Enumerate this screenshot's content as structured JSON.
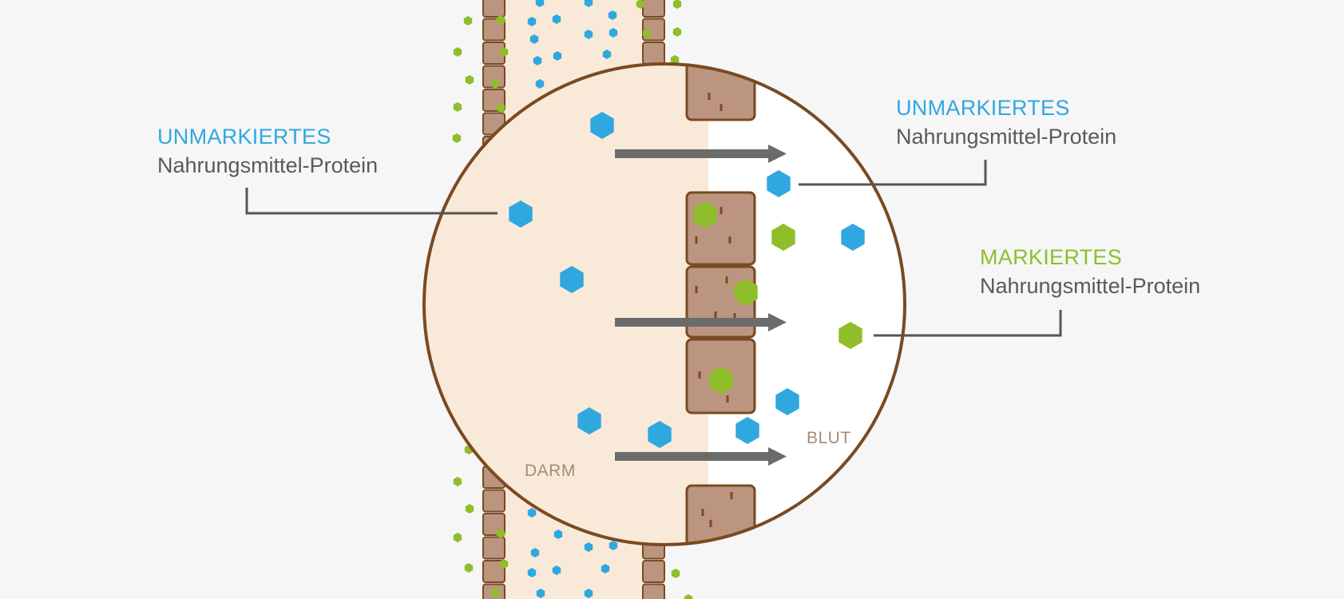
{
  "colors": {
    "background": "#f6f6f6",
    "unlabeled_protein": "#2fa8e0",
    "labeled_protein": "#8fbe2a",
    "wall_cell_fill": "#bb957f",
    "wall_cell_stroke": "#7a4a22",
    "gut_lumen": "#f9e9d9",
    "arrow": "#6b6b6b",
    "leader_line": "#555555",
    "zone_text": "#a88a78"
  },
  "labels": {
    "unlabeled_left": {
      "title": "UNMARKIERTES",
      "subtitle": "Nahrungsmittel-Protein"
    },
    "unlabeled_right": {
      "title": "UNMARKIERTES",
      "subtitle": "Nahrungsmittel-Protein"
    },
    "labeled_right": {
      "title": "MARKIERTES",
      "subtitle": "Nahrungsmittel-Protein"
    }
  },
  "zones": {
    "gut": "DARM",
    "blood": "BLUT"
  },
  "icons": {
    "unlabeled_protein": "blue-hexagon",
    "labeled_protein": "green-hexagon",
    "transport_arrow": "right-arrow"
  }
}
